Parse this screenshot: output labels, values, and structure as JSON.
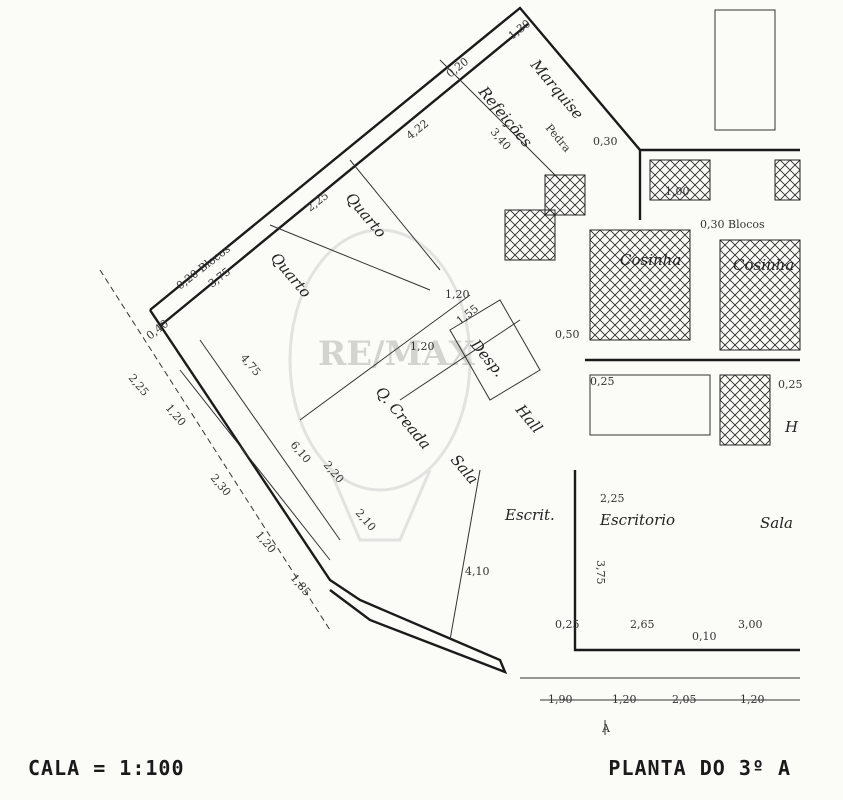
{
  "title_block": {
    "scale": "CALA = 1:100",
    "sheet": "PLANTA DO 3º A"
  },
  "rooms": {
    "marquise": "Marquise",
    "refeicoes": "Refeições",
    "quarto_1": "Quarto",
    "quarto_2": "Quarto",
    "despensa": "Desp.",
    "quarto_creada": "Q. Creada",
    "hall": "Hall",
    "sala": "Sala",
    "escritorio_1": "Escrit.",
    "escritorio_2": "Escritorio",
    "sala_2": "Sala",
    "cosinha_1": "Cosinha",
    "cosinha_2": "Cosinha",
    "hall_2": "H"
  },
  "notes": {
    "blocos_1": "0,20 Blocos",
    "blocos_2": "0,30 Blocos",
    "pedra": "Pedra"
  },
  "dimensions": {
    "d130": "1,30",
    "d020": "0,20",
    "d422": "4,22",
    "d340": "3,40",
    "d225a": "2,25",
    "d375a": "3,75",
    "d040": "0,40",
    "d120a": "1,20",
    "d155": "1,55",
    "d120b": "1,20",
    "d475": "4,75",
    "d220": "2,20",
    "d610": "6,10",
    "d210": "2,10",
    "d410": "4,10",
    "l225": "2,25",
    "l120": "1,20",
    "l230": "2,30",
    "l120b": "1,20",
    "l185": "1,85",
    "d100": "1,00",
    "d030": "0,30",
    "d050": "0,50",
    "d025a": "0,25",
    "d025b": "0,25",
    "d375b": "3,75",
    "d025c": "0,25",
    "d265": "2,65",
    "d010": "0,10",
    "d300": "3,00",
    "d225b": "2,25",
    "b190": "1,90",
    "b120": "1,20",
    "b205": "2,05",
    "b120b": "1,20",
    "axis": "A"
  },
  "watermark": "RE/MAX"
}
